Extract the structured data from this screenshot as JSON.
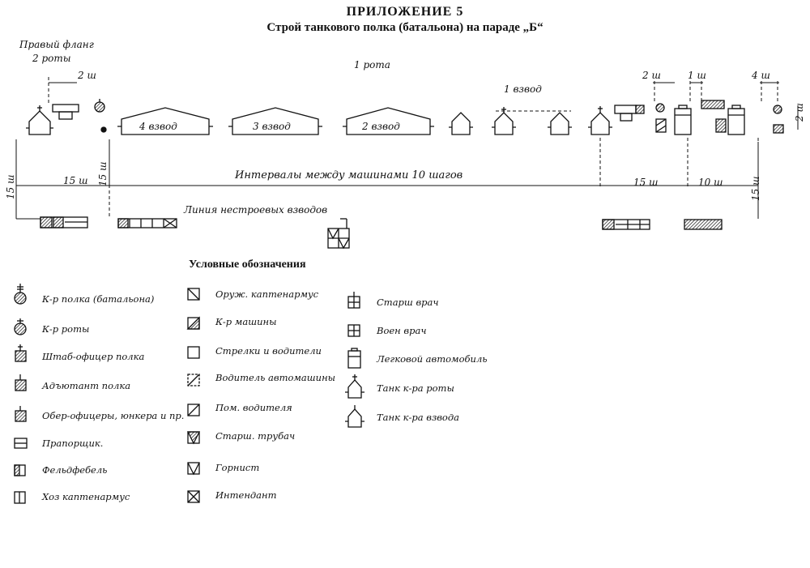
{
  "header": {
    "title": "ПРИЛОЖЕНИЕ 5",
    "subtitle": "Строй танкового полка (батальона) на параде „Б“"
  },
  "diagram": {
    "right_flank_label_line1": "Правый фланг",
    "right_flank_label_line2": "2 роты",
    "company_1_label": "1 рота",
    "platoon_1_label": "1 взвод",
    "platoon_labels": [
      "4 взвод",
      "3 взвод",
      "2 взвод"
    ],
    "intervals_label": "Интервалы между машинами 10 шагов",
    "nonformation_label": "Линия нестроевых взводов",
    "dims": {
      "d2sh_a": "2 ш",
      "d2sh_b": "2 ш",
      "d1sh": "1 ш",
      "d4sh": "4 ш",
      "d2sh_right": "2 ш",
      "d15sh_left_vert": "15 ш",
      "d15sh_left_horiz": "15 ш",
      "d15sh_mid_vert": "15 ш",
      "d15sh_right_horiz": "15 ш",
      "d10sh": "10 ш",
      "d15sh_right_vert": "15 ш"
    }
  },
  "legend": {
    "title": "Условные обозначения",
    "col1": [
      "К-р полка (батальона)",
      "К-р роты",
      "Штаб-офицер полка",
      "Адъютант полка",
      "Обер-офицеры, юнкера и пр.",
      "Прапорщик.",
      "Фельдфебель",
      "Хоз каптенармус"
    ],
    "col2": [
      "Оруж. каптенармус",
      "К-р машины",
      "Стрелки и водители",
      "Водитель автомашины",
      "Пом. водителя",
      "Старш. трубач",
      "Горнист",
      "Интендант"
    ],
    "col3": [
      "Старш врач",
      "Воен врач",
      "Легковой автомобиль",
      "Танк к-ра роты",
      "Танк к-ра взвода"
    ]
  }
}
